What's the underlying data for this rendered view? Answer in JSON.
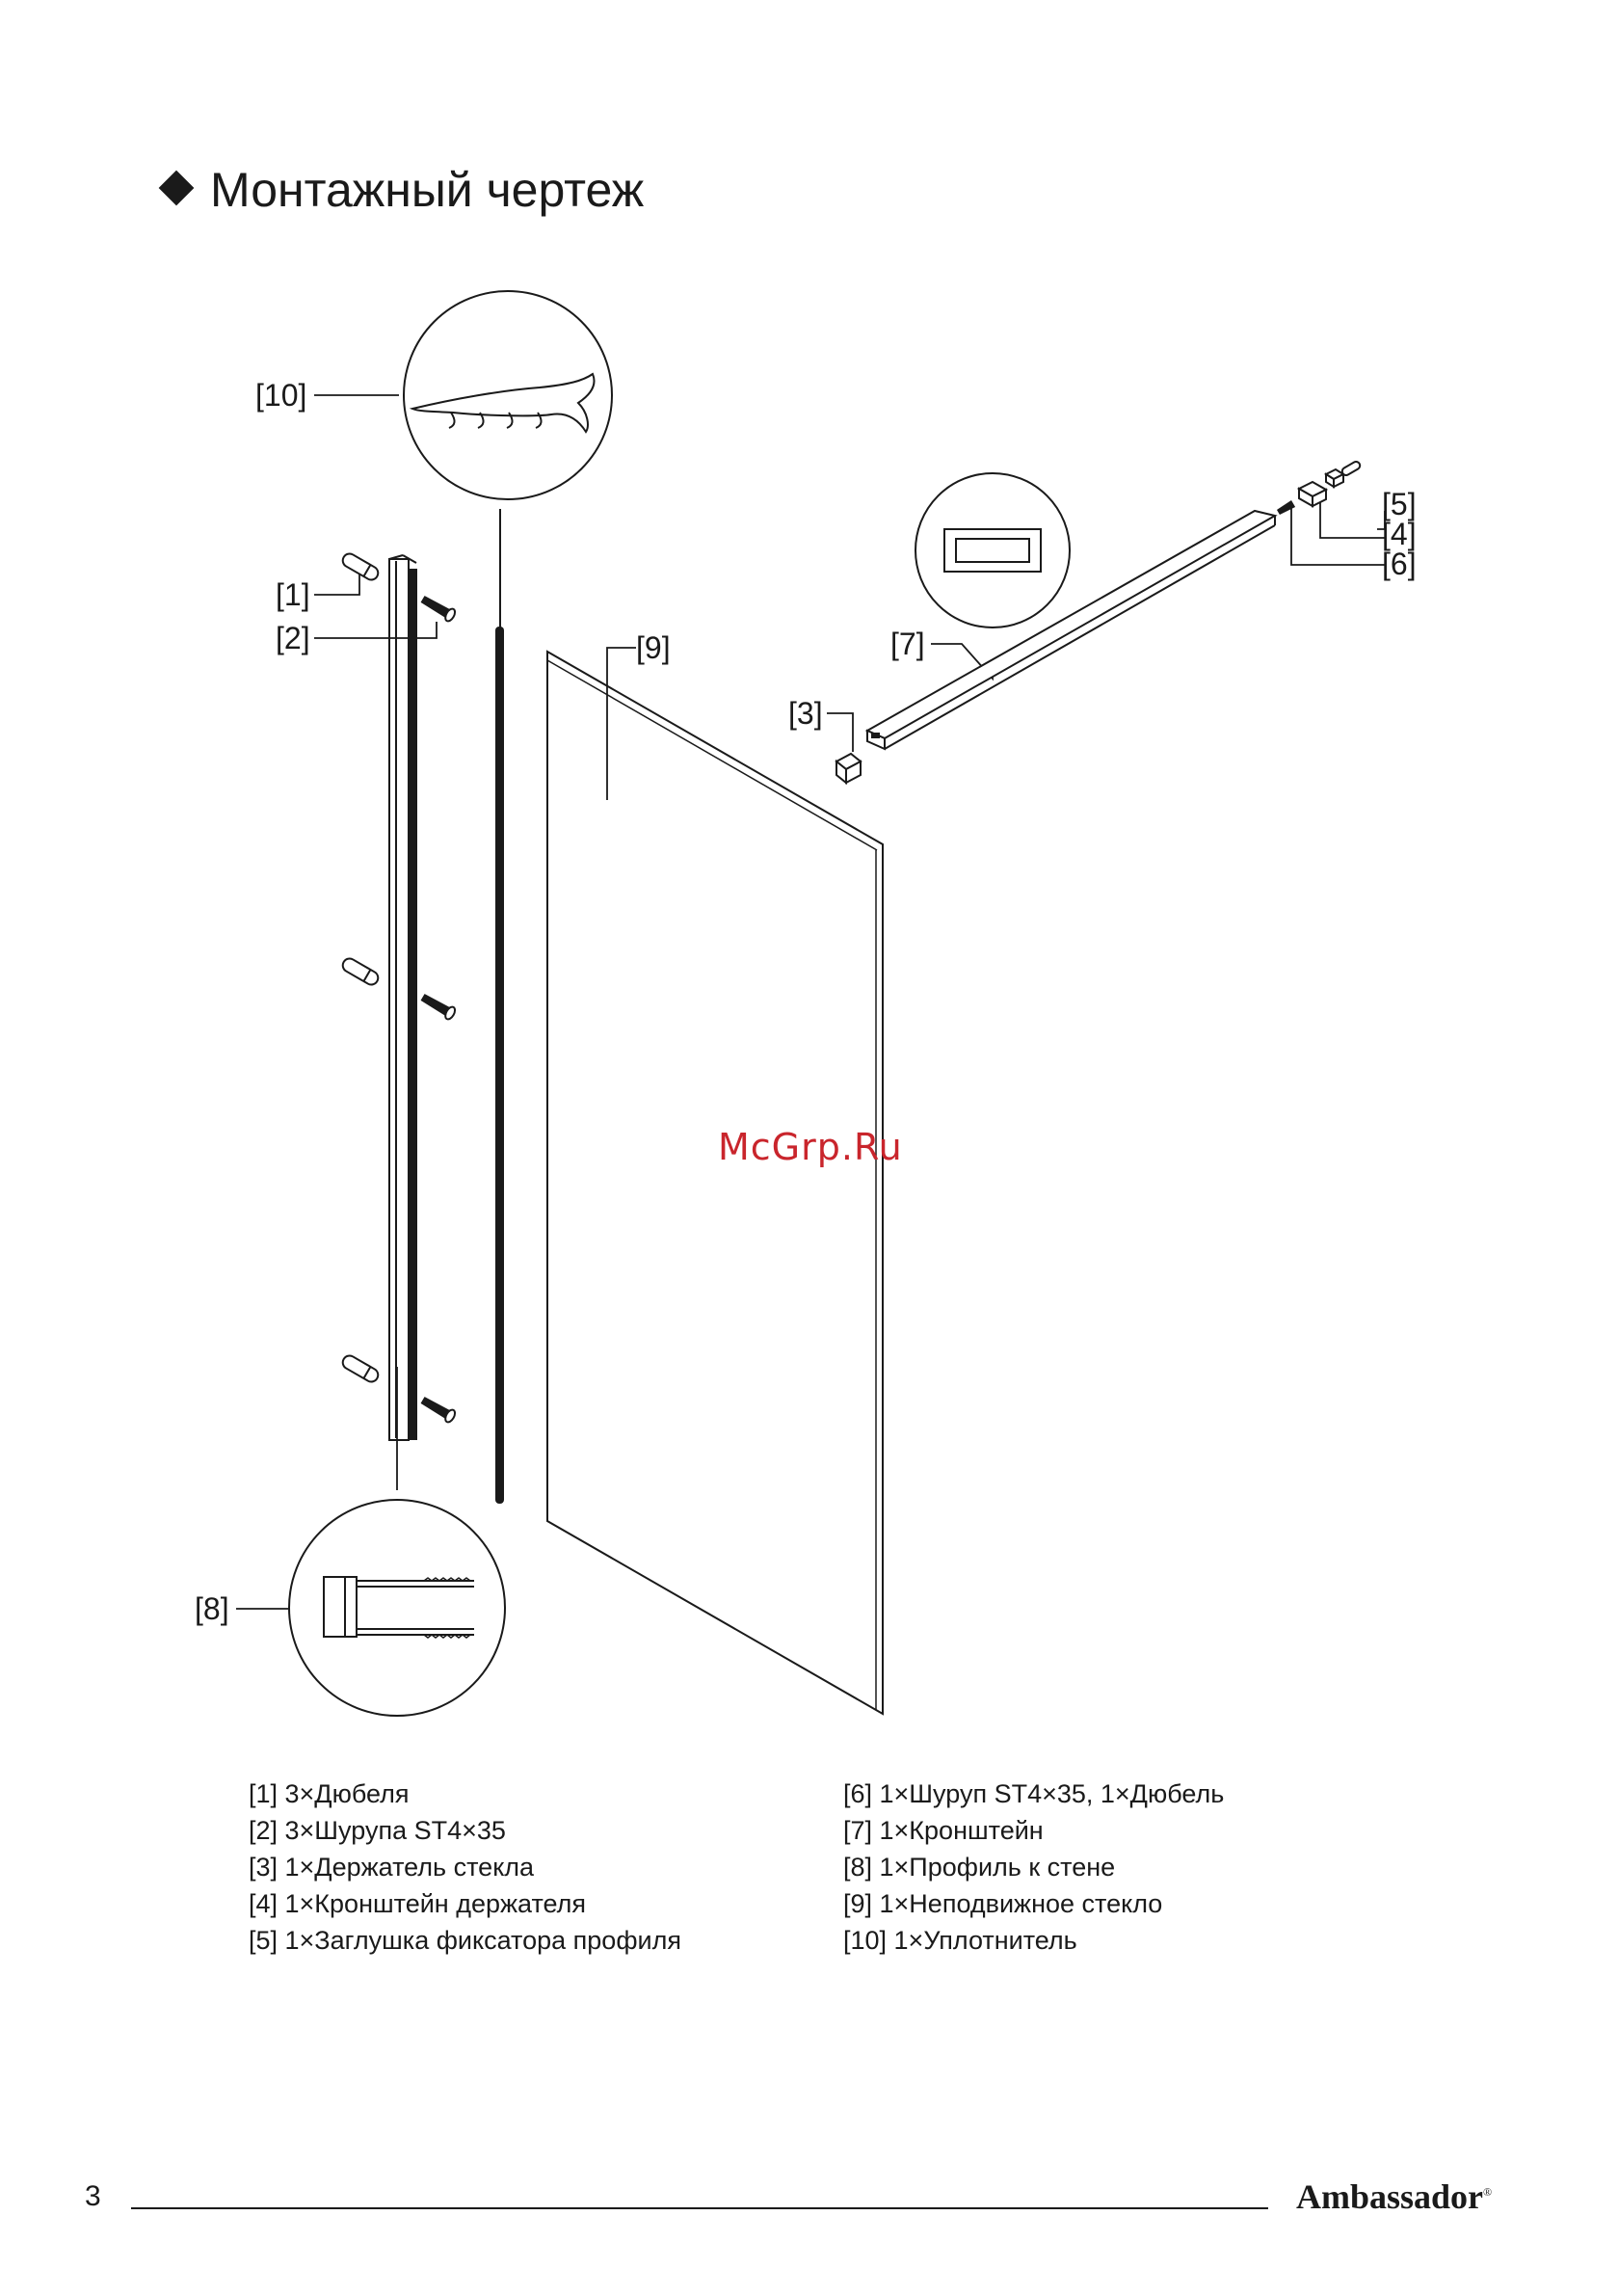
{
  "title": "Монтажный чертеж",
  "callouts": {
    "c1": "[1]",
    "c2": "[2]",
    "c3": "[3]",
    "c4": "[4]",
    "c5": "[5]",
    "c6": "[6]",
    "c7": "[7]",
    "c8": "[8]",
    "c9": "[9]",
    "c10": "[10]"
  },
  "legend_left": [
    "[1] 3×Дюбеля",
    "[2] 3×Шурупа ST4×35",
    "[3] 1×Держатель стекла",
    "[4] 1×Кронштейн держателя",
    "[5] 1×Заглушка фиксатора профиля"
  ],
  "legend_right": [
    "[6] 1×Шуруп ST4×35, 1×Дюбель",
    "[7] 1×Кронштейн",
    "[8] 1×Профиль к стене",
    "[9] 1×Неподвижное стекло",
    "[10] 1×Уплотнитель"
  ],
  "watermark": "McGrp.Ru",
  "footer": {
    "page_number": "3",
    "brand": "Ambassador",
    "brand_mark": "®"
  }
}
